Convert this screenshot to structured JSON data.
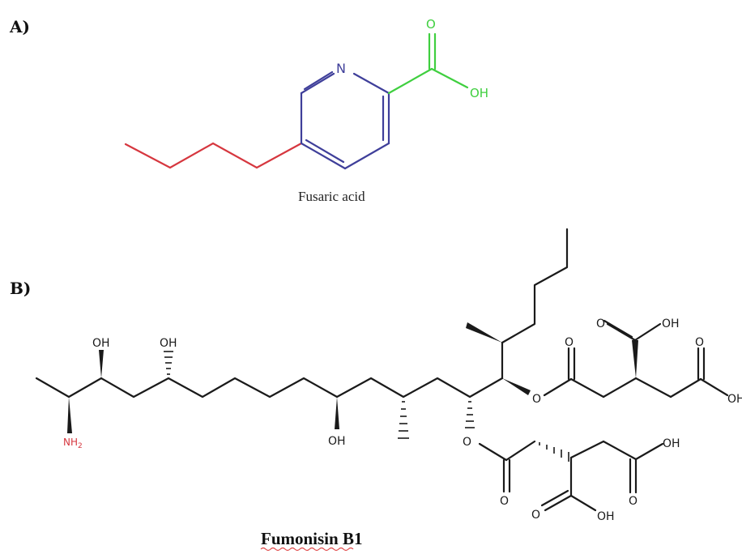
{
  "panels": [
    {
      "label": "A)",
      "caption": "Fusaric acid"
    },
    {
      "label": "B)",
      "caption": "Fumonisin B1"
    }
  ],
  "atoms": {
    "n": "N",
    "o": "O",
    "oh": "OH",
    "nh2": "NH",
    "nh2_sub": "2",
    "oh_trunc": "OH"
  },
  "colors": {
    "butyl": "#d6373f",
    "pyridine": "#3f3f9a",
    "carboxyl": "#3fcf3f",
    "amine": "#d6373f",
    "spellcheck_underline": "#e04848"
  }
}
